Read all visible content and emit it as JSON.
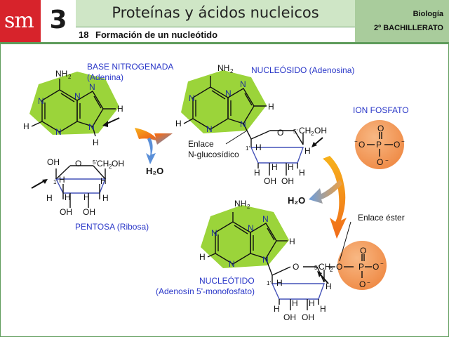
{
  "header": {
    "logo": "sm",
    "unit_number": "3",
    "title": "Proteínas y ácidos nucleicos",
    "section_number": "18",
    "section_title": "Formación de un nucleótido",
    "subject": "Biología",
    "course": "2º BACHILLERATO"
  },
  "colors": {
    "header_green": "#cfe6c6",
    "course_green": "#a9cc9c",
    "logo_red": "#d7232b",
    "base_green": "#9bd43a",
    "phosphate_orange": "#f4a25f",
    "label_blue": "#2a37c8"
  },
  "labels": {
    "base_title": "BASE NITROGENADA",
    "base_subtitle": "(Adenina)",
    "pentose": "PENTOSA  (Ribosa)",
    "nucleoside_title": "NUCLEÓSIDO  (Adenosina)",
    "phosphate": "ION FOSFATO",
    "glycosidic_1": "Enlace",
    "glycosidic_2": "N-glucosídico",
    "ester": "Enlace éster",
    "water_1": "H₂O",
    "water_2": "H₂O",
    "nucleotide_title": "NUCLEÓTIDO",
    "nucleotide_subtitle": "(Adenosín 5'-monofosfato)"
  }
}
